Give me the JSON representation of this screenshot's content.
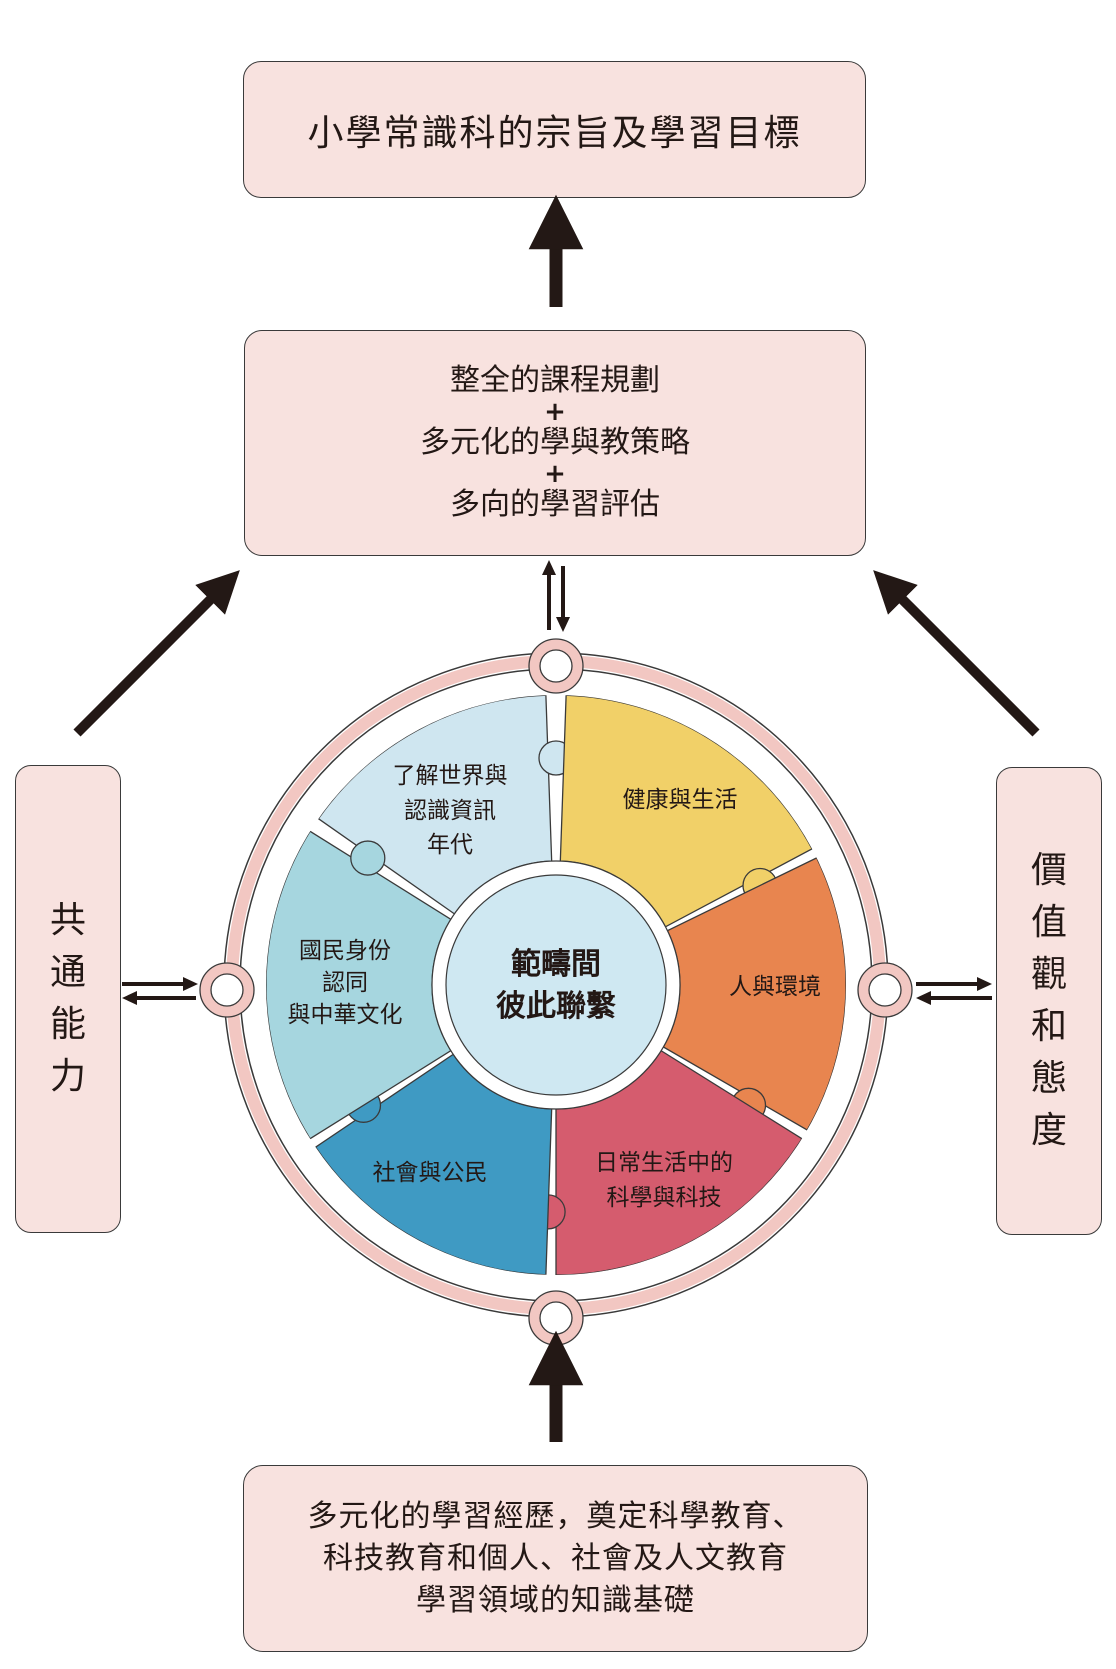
{
  "top_box": {
    "text": "小學常識科的宗旨及學習目標"
  },
  "middle_box": {
    "line1": "整全的課程規劃",
    "plus1": "+",
    "line2": "多元化的學與教策略",
    "plus2": "+",
    "line3": "多向的學習評估"
  },
  "left_box": {
    "chars": [
      "共",
      "通",
      "能",
      "力"
    ]
  },
  "right_box": {
    "chars": [
      "價",
      "值",
      "觀",
      "和",
      "態",
      "度"
    ]
  },
  "bottom_box": {
    "line1": "多元化的學習經歷，奠定科學教育、",
    "line2": "科技教育和個人、社會及人文教育",
    "line3": "學習領域的知識基礎"
  },
  "center": {
    "line1": "範疇間",
    "line2": "彼此聯繫"
  },
  "pieces": {
    "world": {
      "lines": [
        "了解世界與",
        "認識資訊",
        "年代"
      ]
    },
    "health": {
      "lines": [
        "健康與生活"
      ]
    },
    "environment": {
      "lines": [
        "人與環境"
      ]
    },
    "science": {
      "lines": [
        "日常生活中的",
        "科學與科技"
      ]
    },
    "society": {
      "lines": [
        "社會與公民"
      ]
    },
    "identity": {
      "lines": [
        "國民身份",
        "認同",
        "與中華文化"
      ]
    }
  },
  "colors": {
    "box_fill": "#f8e2df",
    "ring": "#f2c7c2",
    "center_fill": "#cfe8f2",
    "piece_world": "#cfe6f0",
    "piece_health": "#f1d068",
    "piece_environment": "#e8854f",
    "piece_science": "#d55c6e",
    "piece_society": "#3f9ac3",
    "piece_identity": "#a6d6df",
    "arrow": "#231815"
  }
}
